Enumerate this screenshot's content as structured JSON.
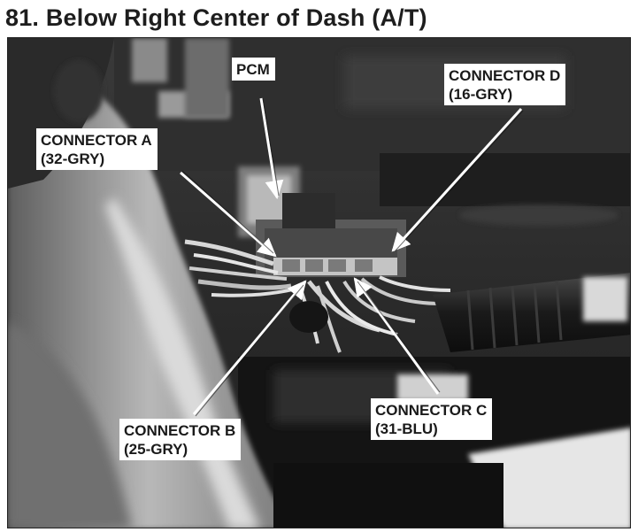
{
  "figure": {
    "title": "81. Below Right Center of Dash (A/T)"
  },
  "callouts": {
    "pcm": {
      "line1": "PCM"
    },
    "connector_a": {
      "line1": "CONNECTOR A",
      "line2": "(32-GRY)"
    },
    "connector_b": {
      "line1": "CONNECTOR B",
      "line2": "(25-GRY)"
    },
    "connector_c": {
      "line1": "CONNECTOR C",
      "line2": "(31-BLU)"
    },
    "connector_d": {
      "line1": "CONNECTOR D",
      "line2": "(16-GRY)"
    }
  }
}
